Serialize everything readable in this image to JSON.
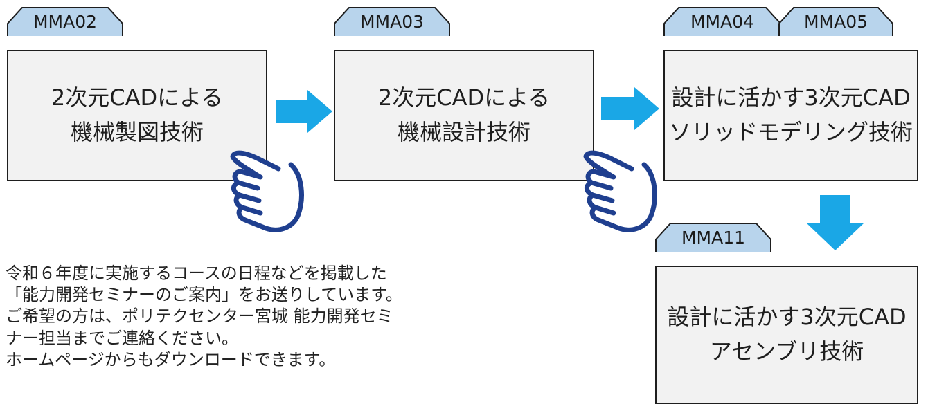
{
  "colors": {
    "tab_fill": "#b8d4ec",
    "box_fill": "#f2f2f2",
    "border": "#1e1e1e",
    "arrow": "#1aa7e6",
    "hand_stroke": "#1f3f8f"
  },
  "courses": [
    {
      "codes": [
        "MMA02"
      ],
      "lines": [
        "2次元CADによる",
        "機械製図技術"
      ]
    },
    {
      "codes": [
        "MMA03"
      ],
      "lines": [
        "2次元CADによる",
        "機械設計技術"
      ]
    },
    {
      "codes": [
        "MMA04",
        "MMA05"
      ],
      "lines": [
        "設計に活かす3次元CAD",
        "ソリッドモデリング技術"
      ]
    },
    {
      "codes": [
        "MMA11"
      ],
      "lines": [
        "設計に活かす3次元CAD",
        "アセンブリ技術"
      ]
    }
  ],
  "icons": [
    "arrow-right-icon",
    "arrow-down-icon",
    "pointing-hand-icon"
  ],
  "info_lines": [
    "令和６年度に実施するコースの日程などを掲載した",
    "「能力開発セミナーのご案内」をお送りしています。",
    "ご希望の方は、ポリテクセンター宮城 能力開発セミ",
    "ナー担当までご連絡ください。",
    "ホームページからもダウンロードできます。"
  ]
}
